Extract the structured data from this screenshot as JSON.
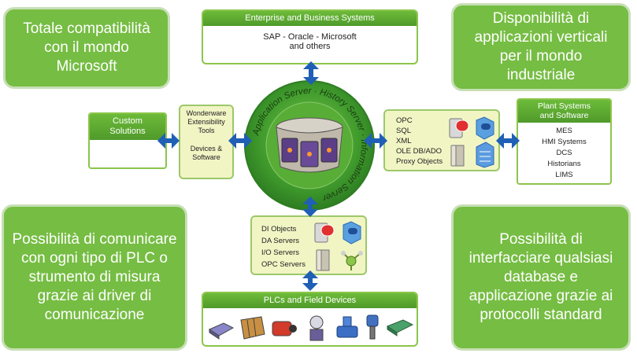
{
  "callouts": {
    "top_left": "Totale compatibilità con il mondo Microsoft",
    "top_right": "Disponibilità di applicazioni verticali per il mondo industriale",
    "bottom_left": "Possibilità di comunicare con ogni tipo di PLC o strumento di misura grazie ai driver di comunicazione",
    "bottom_right": "Possibilità di interfacciare qualsiasi database e applicazione grazie ai protocolli standard"
  },
  "enterprise": {
    "title": "Enterprise and Business Systems",
    "line1": "SAP - Oracle - Microsoft",
    "line2": "and others"
  },
  "custom": {
    "title_line1": "Custom",
    "title_line2": "Solutions"
  },
  "wonderware": {
    "line1": "Wonderware",
    "line2": "Extensibility",
    "line3": "Tools",
    "line4": "Devices &",
    "line5": "Software"
  },
  "hub": {
    "ring_text": "Application Server · History Server · Information Server"
  },
  "protocols": {
    "items": [
      "OPC",
      "SQL",
      "XML",
      "OLE DB/ADO",
      "Proxy Objects"
    ]
  },
  "plant": {
    "title_line1": "Plant Systems",
    "title_line2": "and Software",
    "items": [
      "MES",
      "HMI Systems",
      "DCS",
      "Historians",
      "LIMS"
    ]
  },
  "io": {
    "items": [
      "DI Objects",
      "DA Servers",
      "I/O Servers",
      "OPC Servers"
    ]
  },
  "plc": {
    "title": "PLCs and Field Devices"
  },
  "colors": {
    "green": "#76bd43",
    "border_green": "#8cc54a",
    "arrow_blue": "#1f5fb5",
    "pale_yellow": "#f1f5c4"
  }
}
